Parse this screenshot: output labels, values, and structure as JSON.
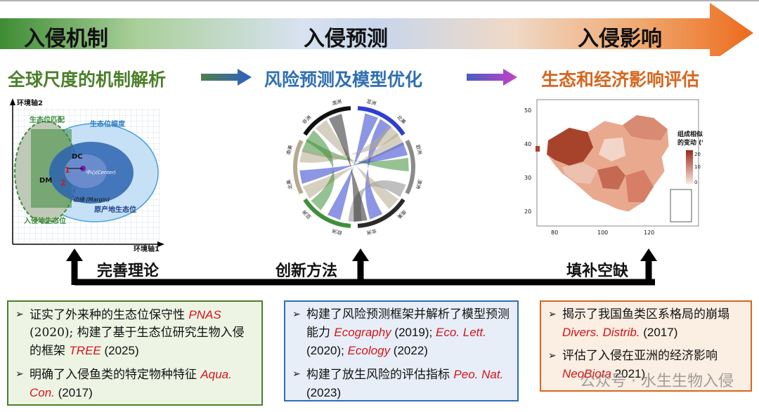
{
  "stages": [
    {
      "label": "入侵机制",
      "subhead": "全球尺度的机制解析",
      "subhead_color": "#4b7f2a"
    },
    {
      "label": "入侵预测",
      "subhead": "风险预测及模型优化",
      "subhead_color": "#2f6fb2"
    },
    {
      "label": "入侵影响",
      "subhead": "生态和经济影响评估",
      "subhead_color": "#d6661e"
    }
  ],
  "niche_diagram": {
    "y_axis": "环境轴2",
    "x_axis": "环境轴1",
    "niche_match": "生态位匹配",
    "niche_breadth": "生态位幅度",
    "dc": "DC",
    "dm": "DM",
    "center": "中心(Center)",
    "margin": "边缘 (Margin)",
    "native_niche": "原产地生态位",
    "invaded_niche": "入侵地生态位",
    "marker1": "1",
    "marker2": "2"
  },
  "chord_labels": [
    "亚洲",
    "北美",
    "欧洲",
    "澳洲",
    "南美",
    "非洲",
    "欧洲",
    "亚洲",
    "北美",
    "南美",
    "非洲",
    "澳洲"
  ],
  "map": {
    "legend_title_line1": "组成相似度",
    "legend_title_line2": "的变动 (%)",
    "legend_ticks": [
      "20",
      "10",
      "0"
    ],
    "y_ticks": [
      "50",
      "40",
      "30",
      "20"
    ],
    "x_ticks": [
      "80",
      "100",
      "120"
    ]
  },
  "bottom_labels": {
    "left": "完善理论",
    "mid": "创新方法",
    "right": "填补空缺"
  },
  "boxes": {
    "left": [
      {
        "parts": [
          {
            "t": "证实了外来种的生态位保守性 "
          },
          {
            "t": "PNAS",
            "ref": true
          },
          {
            "t": " (2020); 构建了基于生态位研究生物入侵的框架 ",
            "mix": true
          },
          {
            "t": "TREE",
            "ref": true
          },
          {
            "t": " (2025)",
            "p": true
          }
        ]
      },
      {
        "parts": [
          {
            "t": "明确了入侵鱼类的特定物种特征 "
          },
          {
            "t": "Aqua. Con.",
            "ref": true
          },
          {
            "t": " (2017)",
            "p": true
          }
        ]
      }
    ],
    "mid": [
      {
        "parts": [
          {
            "t": "构建了风险预测框架并解析了模型预测能力 "
          },
          {
            "t": "Ecography",
            "ref": true
          },
          {
            "t": " (2019); ",
            "p": true
          },
          {
            "t": "Eco. Lett.",
            "ref": true
          },
          {
            "t": " (2020); ",
            "p": true
          },
          {
            "t": "Ecology",
            "ref": true
          },
          {
            "t": " (2022)",
            "p": true
          }
        ]
      },
      {
        "parts": [
          {
            "t": "构建了放生风险的评估指标 "
          },
          {
            "t": "Peo. Nat.",
            "ref": true
          },
          {
            "t": " (2023)",
            "p": true
          }
        ]
      }
    ],
    "right": [
      {
        "parts": [
          {
            "t": "揭示了我国鱼类区系格局的崩塌 "
          },
          {
            "t": "Divers. Distrib.",
            "ref": true
          },
          {
            "t": " (2017)",
            "p": true
          }
        ]
      },
      {
        "parts": [
          {
            "t": "评估了入侵在亚洲的经济影响 "
          },
          {
            "t": "NeoBiota",
            "ref": true
          },
          {
            "t": " 2021)",
            "p": true
          }
        ]
      }
    ]
  },
  "watermark": "公众号 · 水生生物入侵",
  "colors": {
    "green": "#4b7f2a",
    "blue": "#2f6fb2",
    "orange": "#d6661e",
    "left_box_bg": "#eef4e4",
    "mid_box_bg": "#e7eef8",
    "right_box_bg": "#fbeee2"
  }
}
